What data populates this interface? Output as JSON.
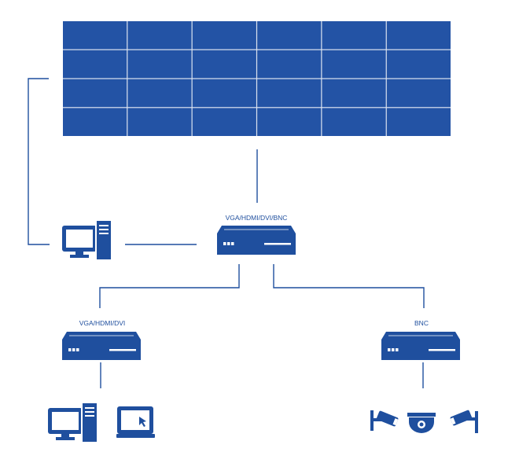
{
  "labels": {
    "main_switcher": "VGA/HDMI/DVI/BNC",
    "left_switcher": "VGA/HDMI/DVI",
    "right_switcher": "BNC"
  },
  "video_wall": {
    "rows": 4,
    "cols": 6
  },
  "colors": {
    "panel": "#2353a5",
    "grid_line": "#dde4f0",
    "device": "#1f4f9e",
    "wire": "#1f4f9e"
  }
}
